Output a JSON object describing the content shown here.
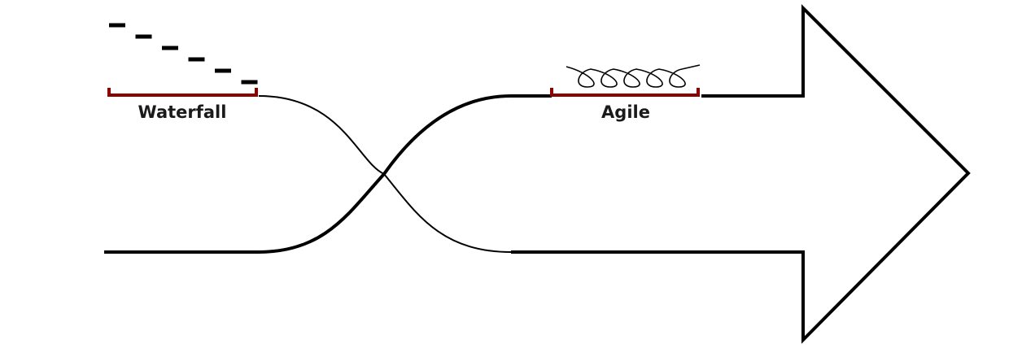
{
  "diagram": {
    "labels": {
      "waterfall": "Waterfall",
      "agile": "Agile"
    },
    "colors": {
      "stroke": "#000000",
      "bracket": "#8b0000",
      "background": "#ffffff"
    },
    "waterfall_steps": 6,
    "agile_loops": 5
  }
}
